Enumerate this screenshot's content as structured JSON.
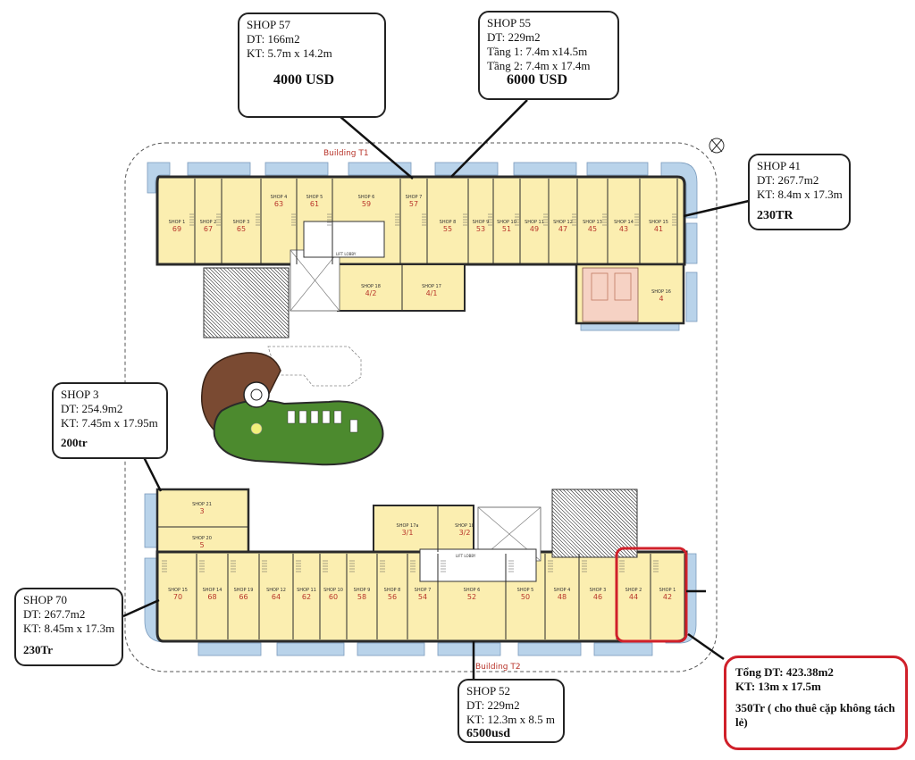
{
  "buildings": {
    "t1_label": "Building T1",
    "t2_label": "Building T2",
    "lift_lobby": "LIFT LOBBY"
  },
  "t1_shops": [
    {
      "label": "SHOP 1",
      "num": "69"
    },
    {
      "label": "SHOP 2",
      "num": "67"
    },
    {
      "label": "SHOP 3",
      "num": "65"
    },
    {
      "label": "SHOP 4",
      "num": "63"
    },
    {
      "label": "SHOP 5",
      "num": "61"
    },
    {
      "label": "SHOP 6",
      "num": "59"
    },
    {
      "label": "SHOP 7",
      "num": "57"
    },
    {
      "label": "SHOP 8",
      "num": "55"
    },
    {
      "label": "SHOP 9",
      "num": "53"
    },
    {
      "label": "SHOP 10",
      "num": "51"
    },
    {
      "label": "SHOP 11",
      "num": "49"
    },
    {
      "label": "SHOP 12",
      "num": "47"
    },
    {
      "label": "SHOP 13",
      "num": "45"
    },
    {
      "label": "SHOP 14",
      "num": "43"
    },
    {
      "label": "SHOP 15",
      "num": "41"
    }
  ],
  "t1_lower_shops": [
    {
      "label": "SHOP 18",
      "num": "4/2"
    },
    {
      "label": "SHOP 17",
      "num": "4/1"
    },
    {
      "label": "SHOP 16",
      "num": "4"
    }
  ],
  "t2_shops": [
    {
      "label": "SHOP 15",
      "num": "70"
    },
    {
      "label": "SHOP 14",
      "num": "68"
    },
    {
      "label": "SHOP 19",
      "num": "66"
    },
    {
      "label": "SHOP 12",
      "num": "64"
    },
    {
      "label": "SHOP 11",
      "num": "62"
    },
    {
      "label": "SHOP 10",
      "num": "60"
    },
    {
      "label": "SHOP 9",
      "num": "58"
    },
    {
      "label": "SHOP 8",
      "num": "56"
    },
    {
      "label": "SHOP 7",
      "num": "54"
    },
    {
      "label": "SHOP 6",
      "num": "52"
    },
    {
      "label": "SHOP 5",
      "num": "50"
    },
    {
      "label": "SHOP 4",
      "num": "48"
    },
    {
      "label": "SHOP 3",
      "num": "46"
    },
    {
      "label": "SHOP 2",
      "num": "44"
    },
    {
      "label": "SHOP 1",
      "num": "42"
    }
  ],
  "t2_upper_shops": [
    {
      "label": "SHOP 21",
      "num": "3"
    },
    {
      "label": "SHOP 20",
      "num": "5"
    },
    {
      "label": "SHOP 17a",
      "num": "3/1"
    },
    {
      "label": "SHOP 18",
      "num": "3/2"
    }
  ],
  "callouts": {
    "shop57": {
      "title": "SHOP 57",
      "dt": "DT: 166m2",
      "kt": "KT: 5.7m x 14.2m",
      "price": "4000 USD"
    },
    "shop55": {
      "title": "SHOP 55",
      "dt": "DT: 229m2",
      "floor1": "Tầng 1: 7.4m x14.5m",
      "floor2": "Tầng 2: 7.4m x 17.4m",
      "price": "6000 USD"
    },
    "shop41": {
      "title": "SHOP 41",
      "dt": "DT: 267.7m2",
      "kt": "KT: 8.4m x 17.3m",
      "price": "230TR"
    },
    "shop3": {
      "title": "SHOP 3",
      "dt": "DT: 254.9m2",
      "kt": "KT: 7.45m x 17.95m",
      "price": "200tr"
    },
    "shop70": {
      "title": "SHOP 70",
      "dt": "DT: 267.7m2",
      "kt": "KT: 8.45m x 17.3m",
      "price": "230Tr"
    },
    "shop52": {
      "title": "SHOP 52",
      "dt": "DT: 229m2",
      "kt": "KT: 12.3m x 8.5 m",
      "price": "6500usd"
    },
    "pair": {
      "dt": "Tổng DT: 423.38m2",
      "kt": "KT: 13m x 17.5m",
      "price": "350Tr ( cho thuê cặp không tách lẻ)"
    }
  },
  "colors": {
    "shop_fill": "#fbeeb0",
    "wall": "#2a2a2a",
    "balcony": "#b9d3ea",
    "shop_number": "#b8342a",
    "red_callout": "#d0202a",
    "park_green": "#4c8a2e",
    "deck_brown": "#7a4a32",
    "pink_room": "#f6d2c4"
  }
}
